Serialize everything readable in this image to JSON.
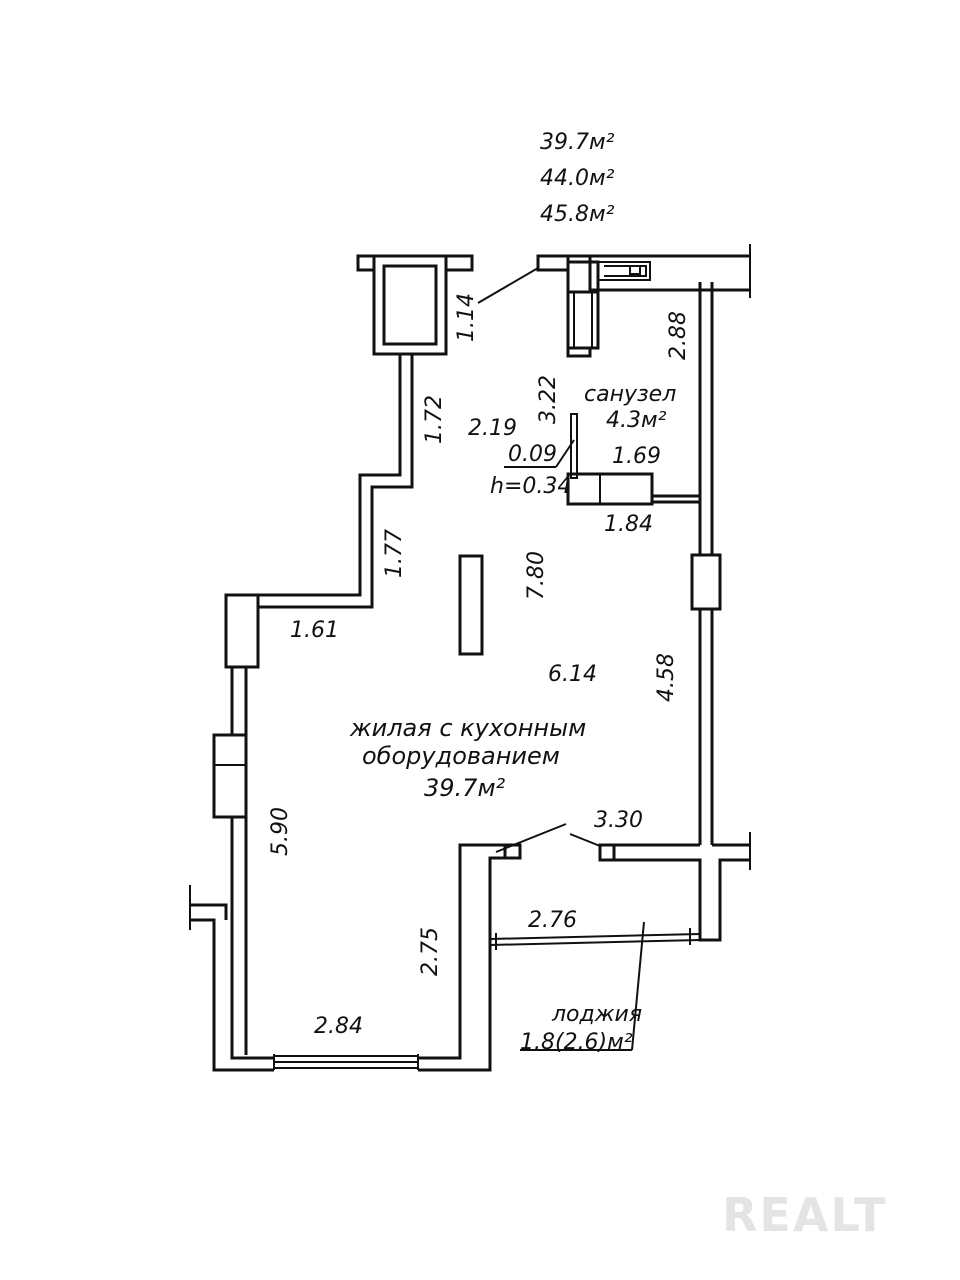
{
  "areas": {
    "living": "39.7м²",
    "total": "44.0м²",
    "total_with_loggia": "45.8м²"
  },
  "rooms": {
    "bathroom": {
      "name": "санузел",
      "area": "4.3м²"
    },
    "living": {
      "name_line1": "жилая с кухонным",
      "name_line2": "оборудованием",
      "area": "39.7м²"
    },
    "loggia": {
      "name": "лоджия",
      "area": "1.8(2.6)м²"
    }
  },
  "dimensions": {
    "d114": "1.14",
    "d288": "2.88",
    "d322": "3.22",
    "d172": "1.72",
    "d219": "2.19",
    "d009": "0.09",
    "h034": "h=0.34",
    "d169": "1.69",
    "d184": "1.84",
    "d177": "1.77",
    "d780": "7.80",
    "d161": "1.61",
    "d614": "6.14",
    "d458": "4.58",
    "d590": "5.90",
    "d330": "3.30",
    "d276": "2.76",
    "d275": "2.75",
    "d284": "2.84"
  },
  "watermark": "REALT"
}
